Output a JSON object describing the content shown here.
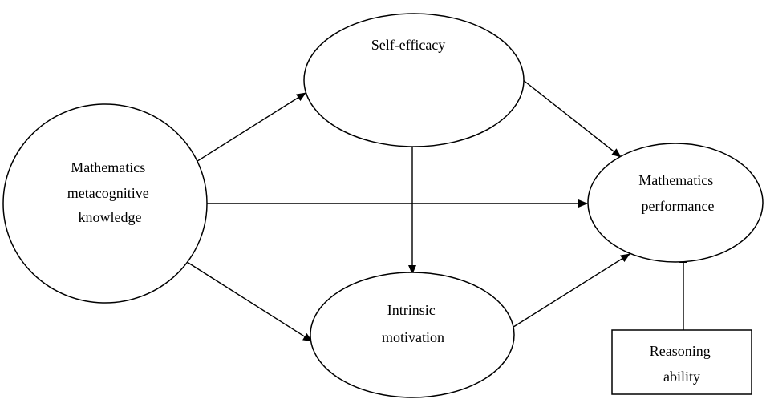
{
  "nodes": {
    "metacognitive": {
      "lines": [
        "Mathematics",
        "metacognitive",
        "knowledge"
      ]
    },
    "self_efficacy": {
      "lines": [
        "Self-efficacy"
      ]
    },
    "intrinsic": {
      "lines": [
        "Intrinsic",
        "motivation"
      ]
    },
    "performance": {
      "lines": [
        "Mathematics",
        "performance"
      ]
    },
    "reasoning": {
      "lines": [
        "Reasoning",
        "ability"
      ]
    }
  },
  "edges": [
    {
      "from": "metacognitive",
      "to": "self_efficacy"
    },
    {
      "from": "metacognitive",
      "to": "performance"
    },
    {
      "from": "metacognitive",
      "to": "intrinsic"
    },
    {
      "from": "self_efficacy",
      "to": "intrinsic"
    },
    {
      "from": "self_efficacy",
      "to": "performance"
    },
    {
      "from": "intrinsic",
      "to": "performance"
    },
    {
      "from": "reasoning",
      "to": "performance"
    }
  ],
  "colors": {
    "stroke": "#000000",
    "fill": "#ffffff",
    "text": "#000000"
  }
}
